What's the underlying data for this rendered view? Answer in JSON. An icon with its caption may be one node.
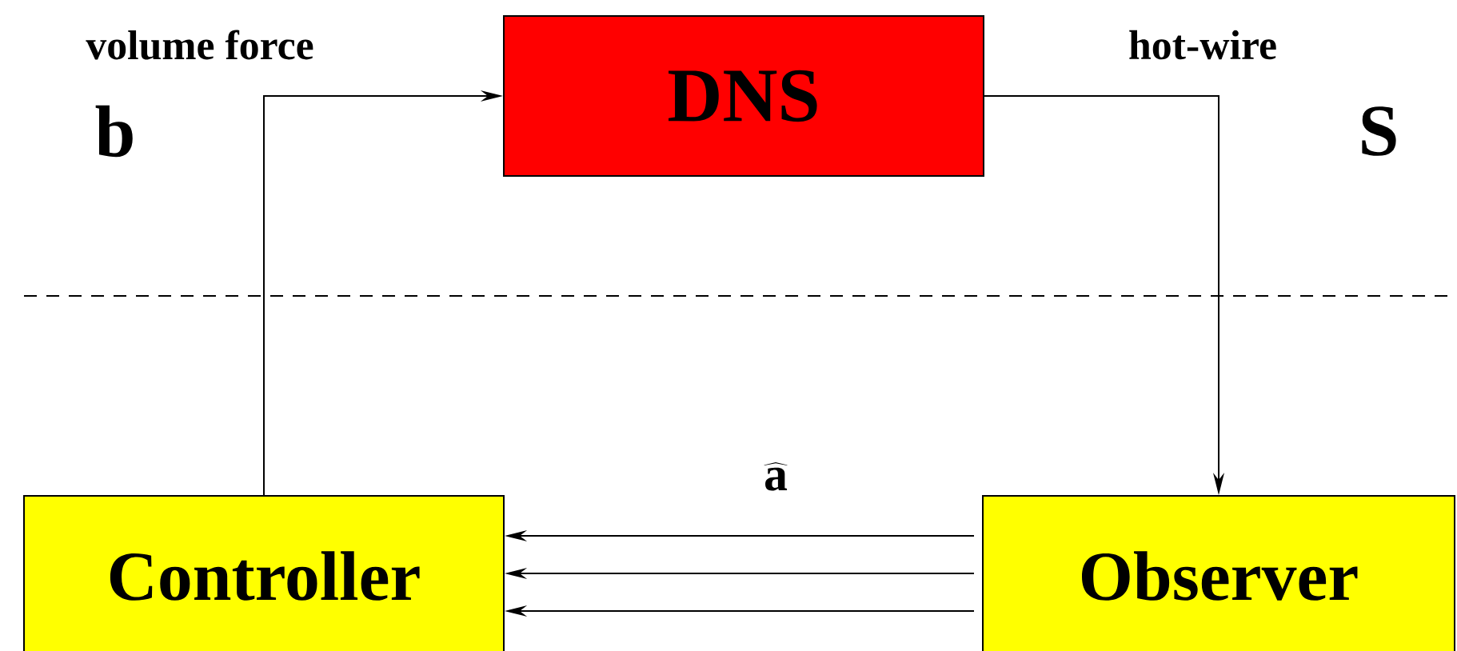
{
  "diagram": {
    "nodes": [
      {
        "text": [
          "DNS"
        ]
      },
      {
        "text": [
          "Controller"
        ]
      },
      {
        "text": [
          "Observer"
        ]
      }
    ],
    "edges": [
      {
        "from": 1,
        "to": 0,
        "arrow": "to"
      },
      {
        "from": 0,
        "to": 2,
        "arrow": "to"
      },
      {
        "from": 2,
        "to": 1,
        "arrow": "to"
      },
      {
        "from": 2,
        "to": 1,
        "arrow": "to"
      },
      {
        "from": 2,
        "to": 1,
        "arrow": "to"
      }
    ],
    "labels": [
      "volume force",
      "b",
      "hot-wire",
      "S",
      "\\widehat{\\mathbf{a}}"
    ]
  }
}
